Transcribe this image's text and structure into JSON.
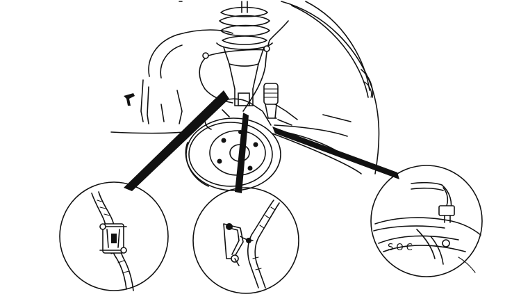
{
  "diagram": {
    "components": [
      {
        "id": "strut",
        "icon": "coil-spring-strut-icon"
      },
      {
        "id": "brake-disc",
        "icon": "brake-disc-icon"
      },
      {
        "id": "wheel-arch",
        "icon": "wheel-arch-icon"
      },
      {
        "id": "brake-hose",
        "icon": "brake-hose-icon"
      },
      {
        "id": "driveshaft",
        "icon": "driveshaft-icon"
      }
    ],
    "details": [
      {
        "id": "hose-clip",
        "icon": "hose-clip-detail-icon"
      },
      {
        "id": "hose-bracket",
        "icon": "hose-bracket-detail-icon"
      },
      {
        "id": "caliper-union",
        "icon": "caliper-union-detail-icon"
      }
    ],
    "marks": {
      "caliper_lettering": "S O C"
    },
    "colors": {
      "line": "#111111",
      "background": "#ffffff"
    }
  }
}
